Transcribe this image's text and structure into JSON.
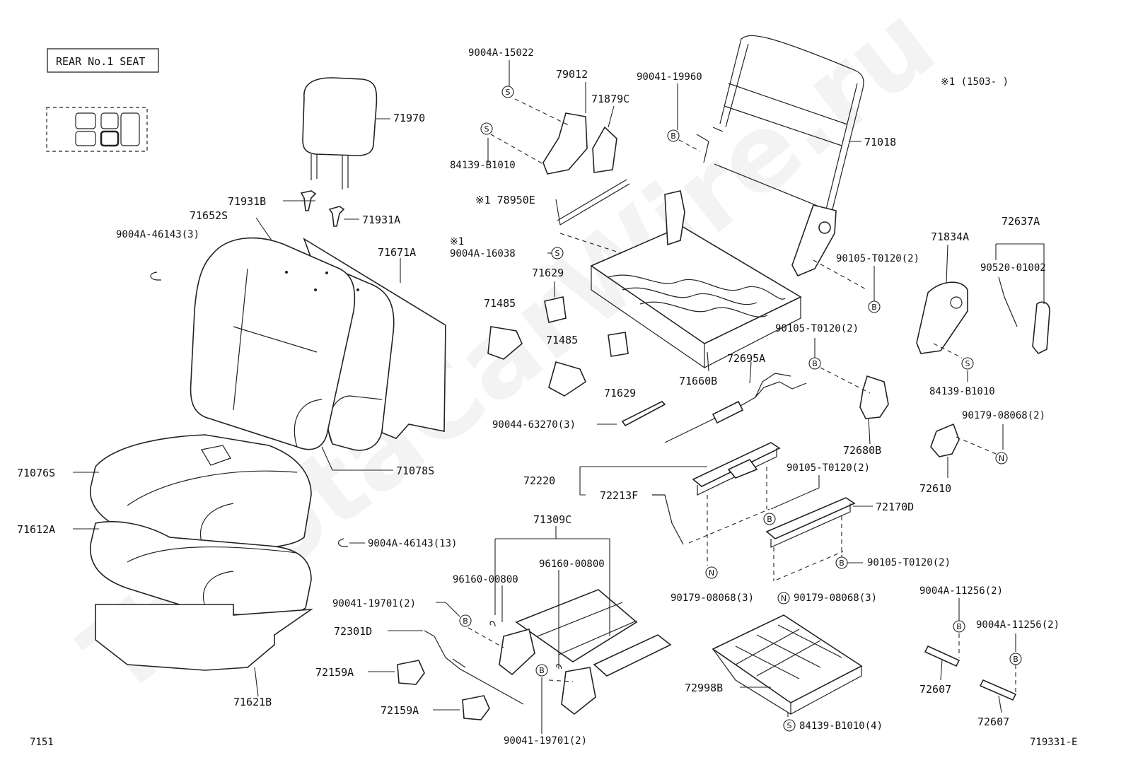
{
  "header": {
    "seat_title": "REAR No.1 SEAT",
    "note_range": "※1 (1503-      )",
    "page_code": "7151",
    "figure_code": "719331-E"
  },
  "watermark": "ToyotaCarWire.ru",
  "symbols": {
    "screw": "S",
    "bolt": "B",
    "nut": "N"
  },
  "labels": {
    "p71970": "71970",
    "p71931B": "71931B",
    "p71931A": "71931A",
    "p71652S": "71652S",
    "p9004A_46143_3": "9004A-46143(3)",
    "p71671A": "71671A",
    "p71078S": "71078S",
    "p71076S": "71076S",
    "p71612A": "71612A",
    "p9004A_46143_13": "9004A-46143(13)",
    "p71621B": "71621B",
    "p9004A_15022": "9004A-15022",
    "p79012": "79012",
    "p71879C": "71879C",
    "p84139_B1010_a": "84139-B1010",
    "p78950E": "※1 78950E",
    "p9004A_16038_note": "※1",
    "p9004A_16038": "9004A-16038",
    "p71629_a": "71629",
    "p71485_a": "71485",
    "p71485_b": "71485",
    "p71629_b": "71629",
    "p90041_19960": "90041-19960",
    "p71018": "71018",
    "p90105_T0120_a": "90105-T0120(2)",
    "p90105_T0120_b": "90105-T0120(2)",
    "p71660B": "71660B",
    "p72695A": "72695A",
    "p90044_63270": "90044-63270(3)",
    "p72680B": "72680B",
    "p71834A": "71834A",
    "p72637A": "72637A",
    "p90520_01002": "90520-01002",
    "p84139_B1010_b": "84139-B1010",
    "p90179_08068_2": "90179-08068(2)",
    "p72610": "72610",
    "p72220": "72220",
    "p72213F": "72213F",
    "p90105_T0120_c": "90105-T0120(2)",
    "p72170D": "72170D",
    "p90105_T0120_d": "90105-T0120(2)",
    "p90179_08068_3a": "90179-08068(3)",
    "p90179_08068_3b": "90179-08068(3)",
    "p71309C": "71309C",
    "p96160_00800_a": "96160-00800",
    "p96160_00800_b": "96160-00800",
    "p90041_19701_a": "90041-19701(2)",
    "p72301D": "72301D",
    "p72159A_a": "72159A",
    "p72159A_b": "72159A",
    "p90041_19701_b": "90041-19701(2)",
    "p72998B": "72998B",
    "p84139_B1010_4": "84139-B1010(4)",
    "p9004A_11256_a": "9004A-11256(2)",
    "p9004A_11256_b": "9004A-11256(2)",
    "p72607_a": "72607",
    "p72607_b": "72607"
  }
}
